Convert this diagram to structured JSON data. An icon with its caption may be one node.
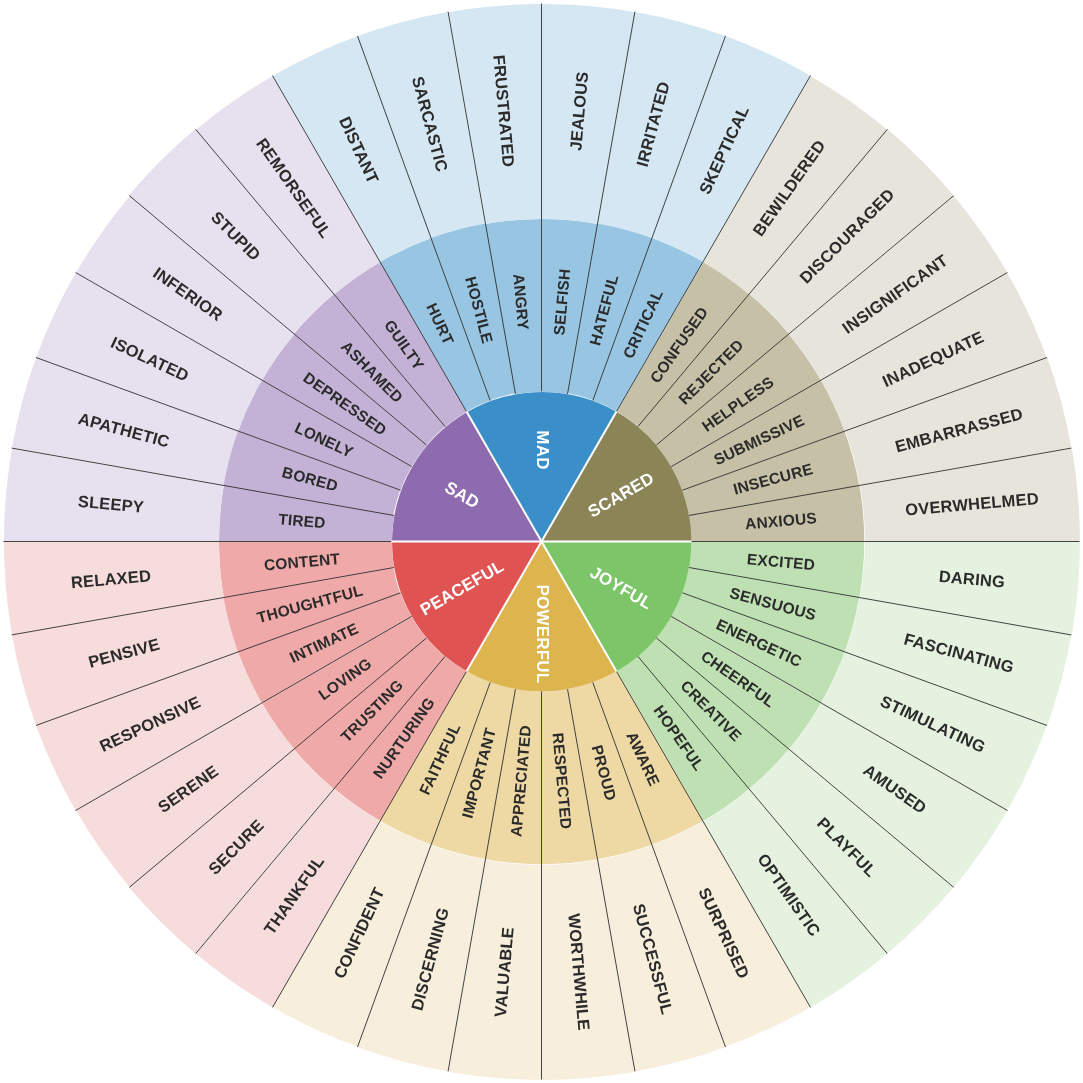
{
  "diagram": {
    "nodes": [
      {
        "text": [
          "MAD"
        ]
      },
      {
        "text": [
          "HURT"
        ]
      },
      {
        "text": [
          "HOSTILE"
        ]
      },
      {
        "text": [
          "ANGRY"
        ]
      },
      {
        "text": [
          "SELFISH"
        ]
      },
      {
        "text": [
          "HATEFUL"
        ]
      },
      {
        "text": [
          "CRITICAL"
        ]
      },
      {
        "text": [
          "DISTANT"
        ]
      },
      {
        "text": [
          "SARCASTIC"
        ]
      },
      {
        "text": [
          "FRUSTRATED"
        ]
      },
      {
        "text": [
          "JEALOUS"
        ]
      },
      {
        "text": [
          "IRRITATED"
        ]
      },
      {
        "text": [
          "SKEPTICAL"
        ]
      },
      {
        "text": [
          "SCARED"
        ]
      },
      {
        "text": [
          "CONFUSED"
        ]
      },
      {
        "text": [
          "REJECTED"
        ]
      },
      {
        "text": [
          "HELPLESS"
        ]
      },
      {
        "text": [
          "SUBMISSIVE"
        ]
      },
      {
        "text": [
          "INSECURE"
        ]
      },
      {
        "text": [
          "ANXIOUS"
        ]
      },
      {
        "text": [
          "BEWILDERED"
        ]
      },
      {
        "text": [
          "DISCOURAGED"
        ]
      },
      {
        "text": [
          "INSIGNIFICANT"
        ]
      },
      {
        "text": [
          "INADEQUATE"
        ]
      },
      {
        "text": [
          "EMBARRASSED"
        ]
      },
      {
        "text": [
          "OVERWHELMED"
        ]
      },
      {
        "text": [
          "JOYFUL"
        ]
      },
      {
        "text": [
          "EXCITED"
        ]
      },
      {
        "text": [
          "SENSUOUS"
        ]
      },
      {
        "text": [
          "ENERGETIC"
        ]
      },
      {
        "text": [
          "CHEERFUL"
        ]
      },
      {
        "text": [
          "CREATIVE"
        ]
      },
      {
        "text": [
          "HOPEFUL"
        ]
      },
      {
        "text": [
          "DARING"
        ]
      },
      {
        "text": [
          "FASCINATING"
        ]
      },
      {
        "text": [
          "STIMULATING"
        ]
      },
      {
        "text": [
          "AMUSED"
        ]
      },
      {
        "text": [
          "PLAYFUL"
        ]
      },
      {
        "text": [
          "OPTIMISTIC"
        ]
      },
      {
        "text": [
          "POWERFUL"
        ]
      },
      {
        "text": [
          "AWARE"
        ]
      },
      {
        "text": [
          "PROUD"
        ]
      },
      {
        "text": [
          "RESPECTED"
        ]
      },
      {
        "text": [
          "APPRECIATED"
        ]
      },
      {
        "text": [
          "IMPORTANT"
        ]
      },
      {
        "text": [
          "FAITHFUL"
        ]
      },
      {
        "text": [
          "SURPRISED"
        ]
      },
      {
        "text": [
          "SUCCESSFUL"
        ]
      },
      {
        "text": [
          "WORTHWHILE"
        ]
      },
      {
        "text": [
          "VALUABLE"
        ]
      },
      {
        "text": [
          "DISCERNING"
        ]
      },
      {
        "text": [
          "CONFIDENT"
        ]
      },
      {
        "text": [
          "PEACEFUL"
        ]
      },
      {
        "text": [
          "NURTURING"
        ]
      },
      {
        "text": [
          "TRUSTING"
        ]
      },
      {
        "text": [
          "LOVING"
        ]
      },
      {
        "text": [
          "INTIMATE"
        ]
      },
      {
        "text": [
          "THOUGHTFUL"
        ]
      },
      {
        "text": [
          "CONTENT"
        ]
      },
      {
        "text": [
          "THANKFUL"
        ]
      },
      {
        "text": [
          "SECURE"
        ]
      },
      {
        "text": [
          "SERENE"
        ]
      },
      {
        "text": [
          "RESPONSIVE"
        ]
      },
      {
        "text": [
          "PENSIVE"
        ]
      },
      {
        "text": [
          "RELAXED"
        ]
      },
      {
        "text": [
          "SAD"
        ]
      },
      {
        "text": [
          "TIRED"
        ]
      },
      {
        "text": [
          "BORED"
        ]
      },
      {
        "text": [
          "LONELY"
        ]
      },
      {
        "text": [
          "DEPRESSED"
        ]
      },
      {
        "text": [
          "ASHAMED"
        ]
      },
      {
        "text": [
          "GUILTY"
        ]
      },
      {
        "text": [
          "SLEEPY"
        ]
      },
      {
        "text": [
          "APATHETIC"
        ]
      },
      {
        "text": [
          "ISOLATED"
        ]
      },
      {
        "text": [
          "INFERIOR"
        ]
      },
      {
        "text": [
          "STUPID"
        ]
      },
      {
        "text": [
          "REMORSEFUL"
        ]
      }
    ]
  }
}
